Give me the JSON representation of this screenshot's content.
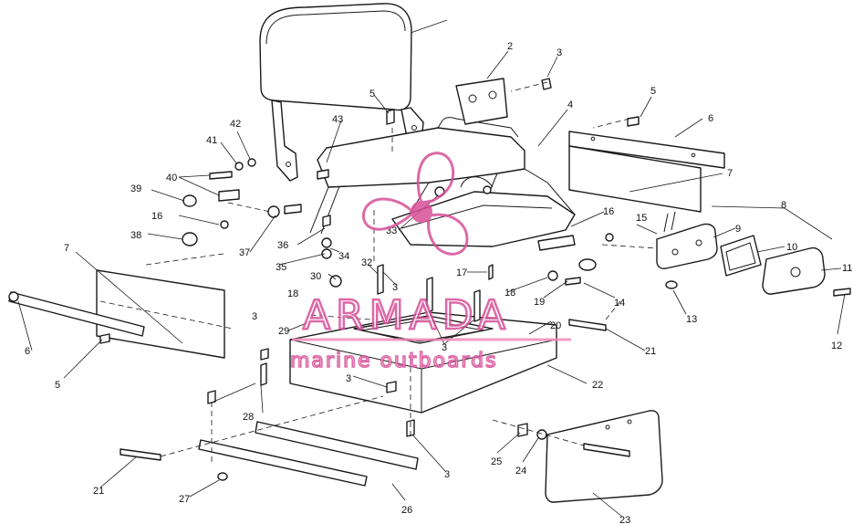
{
  "watermark": {
    "brand_name": "ARMADA",
    "tagline": "marine outboards",
    "color": "#d84f98",
    "line_color": "#f08ab8",
    "text_fill": "#ffffff"
  },
  "callouts": [
    {
      "id": "c-2",
      "label": "2"
    },
    {
      "id": "c-3a",
      "label": "3"
    },
    {
      "id": "c-4",
      "label": "4"
    },
    {
      "id": "c-5a",
      "label": "5"
    },
    {
      "id": "c-5b",
      "label": "5"
    },
    {
      "id": "c-6a",
      "label": "6"
    },
    {
      "id": "c-7a",
      "label": "7"
    },
    {
      "id": "c-8",
      "label": "8"
    },
    {
      "id": "c-9",
      "label": "9"
    },
    {
      "id": "c-10",
      "label": "10"
    },
    {
      "id": "c-11",
      "label": "11"
    },
    {
      "id": "c-12",
      "label": "12"
    },
    {
      "id": "c-13",
      "label": "13"
    },
    {
      "id": "c-14",
      "label": "14"
    },
    {
      "id": "c-15",
      "label": "15"
    },
    {
      "id": "c-16a",
      "label": "16"
    },
    {
      "id": "c-16b",
      "label": "16"
    },
    {
      "id": "c-17",
      "label": "17"
    },
    {
      "id": "c-18a",
      "label": "18"
    },
    {
      "id": "c-18b",
      "label": "18"
    },
    {
      "id": "c-19",
      "label": "19"
    },
    {
      "id": "c-20",
      "label": "20"
    },
    {
      "id": "c-21a",
      "label": "21"
    },
    {
      "id": "c-21b",
      "label": "21"
    },
    {
      "id": "c-22",
      "label": "22"
    },
    {
      "id": "c-23",
      "label": "23"
    },
    {
      "id": "c-24",
      "label": "24"
    },
    {
      "id": "c-25",
      "label": "25"
    },
    {
      "id": "c-26",
      "label": "26"
    },
    {
      "id": "c-27",
      "label": "27"
    },
    {
      "id": "c-28",
      "label": "28"
    },
    {
      "id": "c-29",
      "label": "29"
    },
    {
      "id": "c-30",
      "label": "30"
    },
    {
      "id": "c-3b",
      "label": "3"
    },
    {
      "id": "c-3c",
      "label": "3"
    },
    {
      "id": "c-3d",
      "label": "3"
    },
    {
      "id": "c-3e",
      "label": "3"
    },
    {
      "id": "c-3f",
      "label": "3"
    },
    {
      "id": "c-32",
      "label": "32"
    },
    {
      "id": "c-33",
      "label": "33"
    },
    {
      "id": "c-34",
      "label": "34"
    },
    {
      "id": "c-35",
      "label": "35"
    },
    {
      "id": "c-36",
      "label": "36"
    },
    {
      "id": "c-37",
      "label": "37"
    },
    {
      "id": "c-38",
      "label": "38"
    },
    {
      "id": "c-39",
      "label": "39"
    },
    {
      "id": "c-40",
      "label": "40"
    },
    {
      "id": "c-41",
      "label": "41"
    },
    {
      "id": "c-42",
      "label": "42"
    },
    {
      "id": "c-43",
      "label": "43"
    },
    {
      "id": "c-7b",
      "label": "7"
    },
    {
      "id": "c-6b",
      "label": "6"
    },
    {
      "id": "c-5c",
      "label": "5"
    }
  ]
}
